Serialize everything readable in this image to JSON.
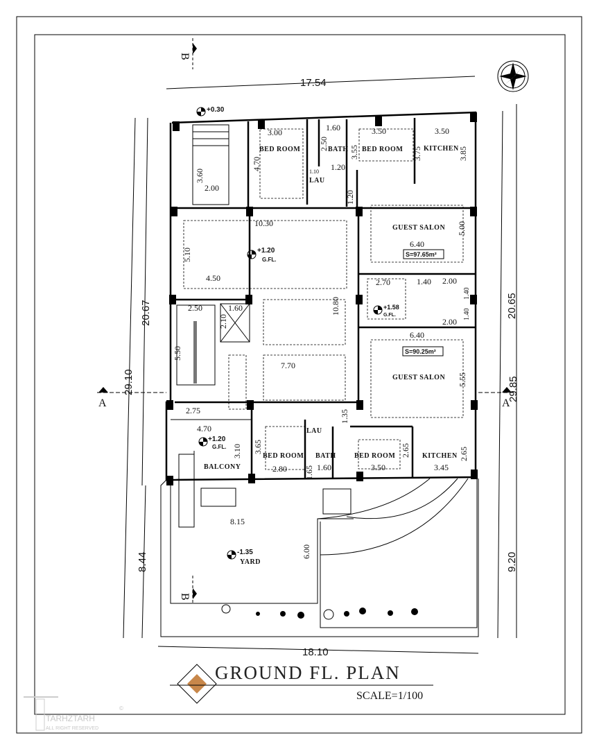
{
  "title": "GROUND FL. PLAN",
  "scale": "SCALE=1/100",
  "logo": {
    "brand": "TARHZTARH",
    "tagline": "ALL RIGHT RESERVED",
    "mark": "©"
  },
  "section_markers": [
    "B",
    "B",
    "A",
    "A"
  ],
  "outer_dimensions": [
    "17.54",
    "20.67",
    "29.10",
    "8.44",
    "20.65",
    "29.85",
    "9.20",
    "18.10"
  ],
  "dimensions": [
    "3.00",
    "1.60",
    "3.50",
    "3.50",
    "2.50",
    "3.55",
    "3.75",
    "3.85",
    "4.70",
    "1.10",
    "1.20",
    "1.20",
    "3.60",
    "2.00",
    "10.30",
    "5.10",
    "4.50",
    "10.80",
    "5.00",
    "6.40",
    "2.70",
    "1.40",
    "2.00",
    "1.40",
    "1.40",
    "2.00",
    "6.40",
    "2.50",
    "1.60",
    "2.10",
    "5.50",
    "7.70",
    "5.55",
    "2.75",
    "1.35",
    "4.70",
    "3.10",
    "3.65",
    "2.80",
    "1.65",
    "1.60",
    "3.50",
    "2.65",
    "2.65",
    "3.45",
    "8.15",
    "6.00"
  ],
  "rooms": [
    "BED ROOM",
    "BATH",
    "BED ROOM",
    "KITCHEN",
    "LAU",
    "GUEST SALON",
    "GUEST SALON",
    "BED ROOM",
    "BATH",
    "BED ROOM",
    "KITCHEN",
    "BALCONY",
    "YARD",
    "LAU"
  ],
  "areas": [
    "S=97.65m²",
    "S=90.25m²"
  ],
  "levels": [
    {
      "value": "+0.30",
      "label": ""
    },
    {
      "value": "+1.20",
      "label": "G.FL."
    },
    {
      "value": "+1.58",
      "label": "G.FL."
    },
    {
      "value": "+1.20",
      "label": "G.FL."
    },
    {
      "value": "-1.35",
      "label": "YARD"
    }
  ],
  "colors": {
    "title_diamond": "#c8874a",
    "line": "#000000",
    "logo": "#c8c8c8"
  }
}
